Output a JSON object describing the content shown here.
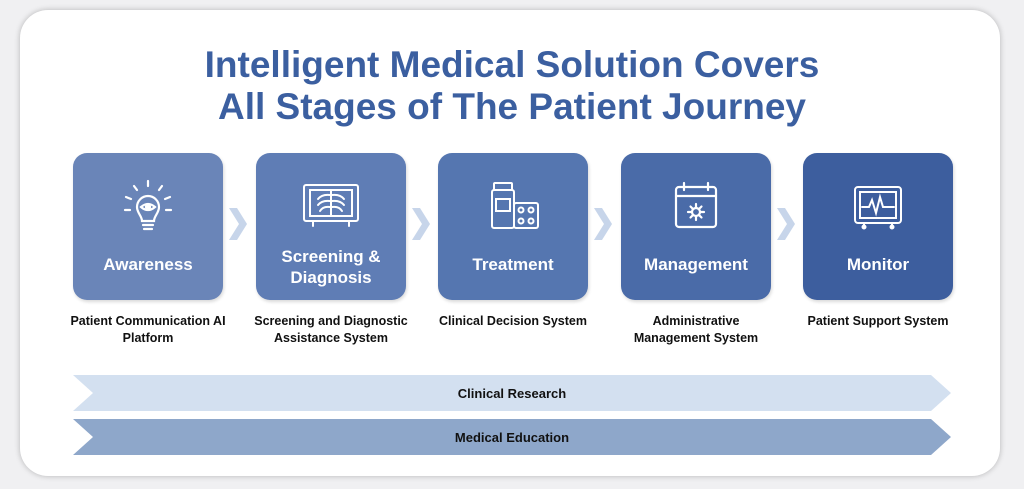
{
  "title": {
    "line1": "Intelligent Medical Solution Covers",
    "line2": "All Stages of The Patient Journey"
  },
  "stages": [
    {
      "label": "Awareness",
      "icon": "lightbulb-eye-icon",
      "color": "#6a85b8",
      "description": "Patient Communication AI Platform"
    },
    {
      "label": "Screening & Diagnosis",
      "icon": "xray-scan-icon",
      "color": "#5f7db5",
      "description": "Screening and Diagnostic Assistance System"
    },
    {
      "label": "Treatment",
      "icon": "pill-bottle-icon",
      "color": "#5576b0",
      "description": "Clinical Decision System"
    },
    {
      "label": "Management",
      "icon": "calendar-gear-icon",
      "color": "#4a6ba8",
      "description": "Administrative Management System"
    },
    {
      "label": "Monitor",
      "icon": "heart-monitor-icon",
      "color": "#3d5e9e",
      "description": "Patient Support System"
    }
  ],
  "bars": [
    {
      "label": "Clinical Research",
      "color": "#d3e0f0"
    },
    {
      "label": "Medical Education",
      "color": "#8ea7ca"
    }
  ],
  "chevron_color": "#c7d5ea"
}
